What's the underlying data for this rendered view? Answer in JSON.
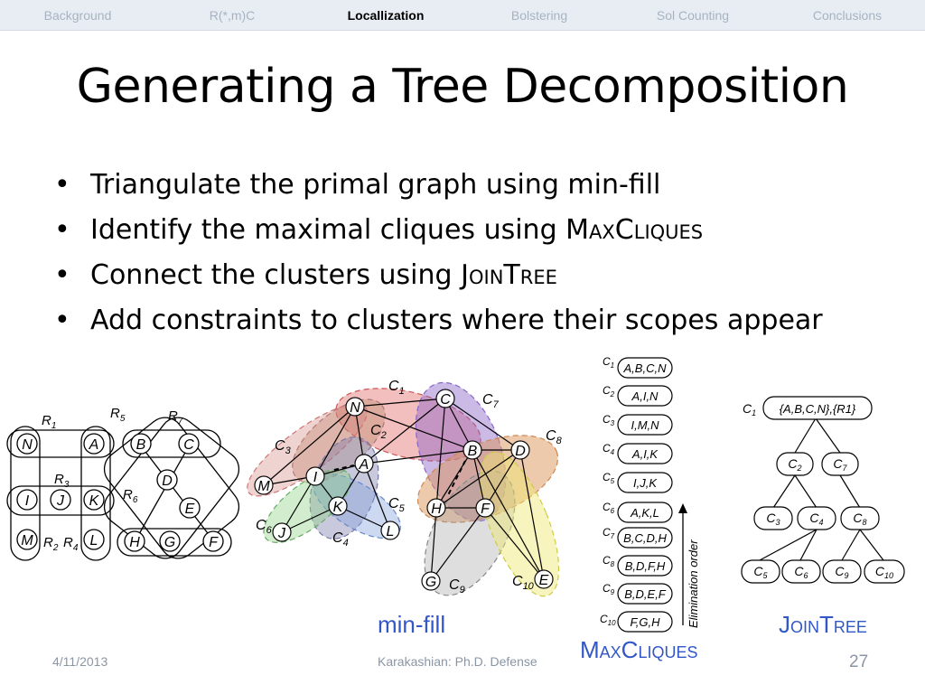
{
  "nav": [
    "Background",
    "R(*,m)C",
    "Locallization",
    "Bolstering",
    "Sol Counting",
    "Conclusions"
  ],
  "nav_active": "Locallization",
  "title": "Generating a Tree Decomposition",
  "bullets": [
    {
      "text": "Triangulate the primal graph using min-fill",
      "sc": ""
    },
    {
      "text": "Identify the maximal cliques using ",
      "sc": "MaxCliques"
    },
    {
      "text": "Connect the clusters using ",
      "sc": "JoinTree"
    },
    {
      "text": "Add constraints to clusters where their scopes appear",
      "sc": ""
    }
  ],
  "captions": {
    "minfill": "min-fill",
    "maxcliques": "MaxCliques",
    "jointree": "JoinTree"
  },
  "constraint_graph": {
    "nodes": [
      "N",
      "A",
      "B",
      "C",
      "I",
      "J",
      "K",
      "D",
      "E",
      "M",
      "L",
      "H",
      "G",
      "F"
    ],
    "relations": [
      "R1",
      "R2",
      "R3",
      "R4",
      "R5",
      "R6",
      "R7"
    ]
  },
  "minfill_graph": {
    "nodes": [
      "N",
      "C",
      "A",
      "I",
      "B",
      "D",
      "M",
      "K",
      "H",
      "F",
      "J",
      "L",
      "G",
      "E"
    ],
    "cluster_labels": [
      "C1",
      "C2",
      "C3",
      "C4",
      "C5",
      "C6",
      "C7",
      "C8",
      "C9",
      "C10"
    ]
  },
  "maxcliques": {
    "rows": [
      {
        "label": "C1",
        "set": "A,B,C,N"
      },
      {
        "label": "C2",
        "set": "A,I,N"
      },
      {
        "label": "C3",
        "set": "I,M,N"
      },
      {
        "label": "C4",
        "set": "A,I,K"
      },
      {
        "label": "C5",
        "set": "I,J,K"
      },
      {
        "label": "C6",
        "set": "A,K,L"
      },
      {
        "label": "C7",
        "set": "B,C,D,H"
      },
      {
        "label": "C8",
        "set": "B,D,F,H"
      },
      {
        "label": "C9",
        "set": "B,D,E,F"
      },
      {
        "label": "C10",
        "set": "F,G,H"
      }
    ],
    "arrow_label": "Elimination order"
  },
  "jointree": {
    "root_label": "C1",
    "root_content": "{A,B,C,N},{R1}",
    "nodes": [
      "C2",
      "C7",
      "C3",
      "C4",
      "C8",
      "C5",
      "C6",
      "C9",
      "C10"
    ]
  },
  "footer": {
    "date": "4/11/2013",
    "center": "Karakashian: Ph.D. Defense",
    "page": "27"
  }
}
